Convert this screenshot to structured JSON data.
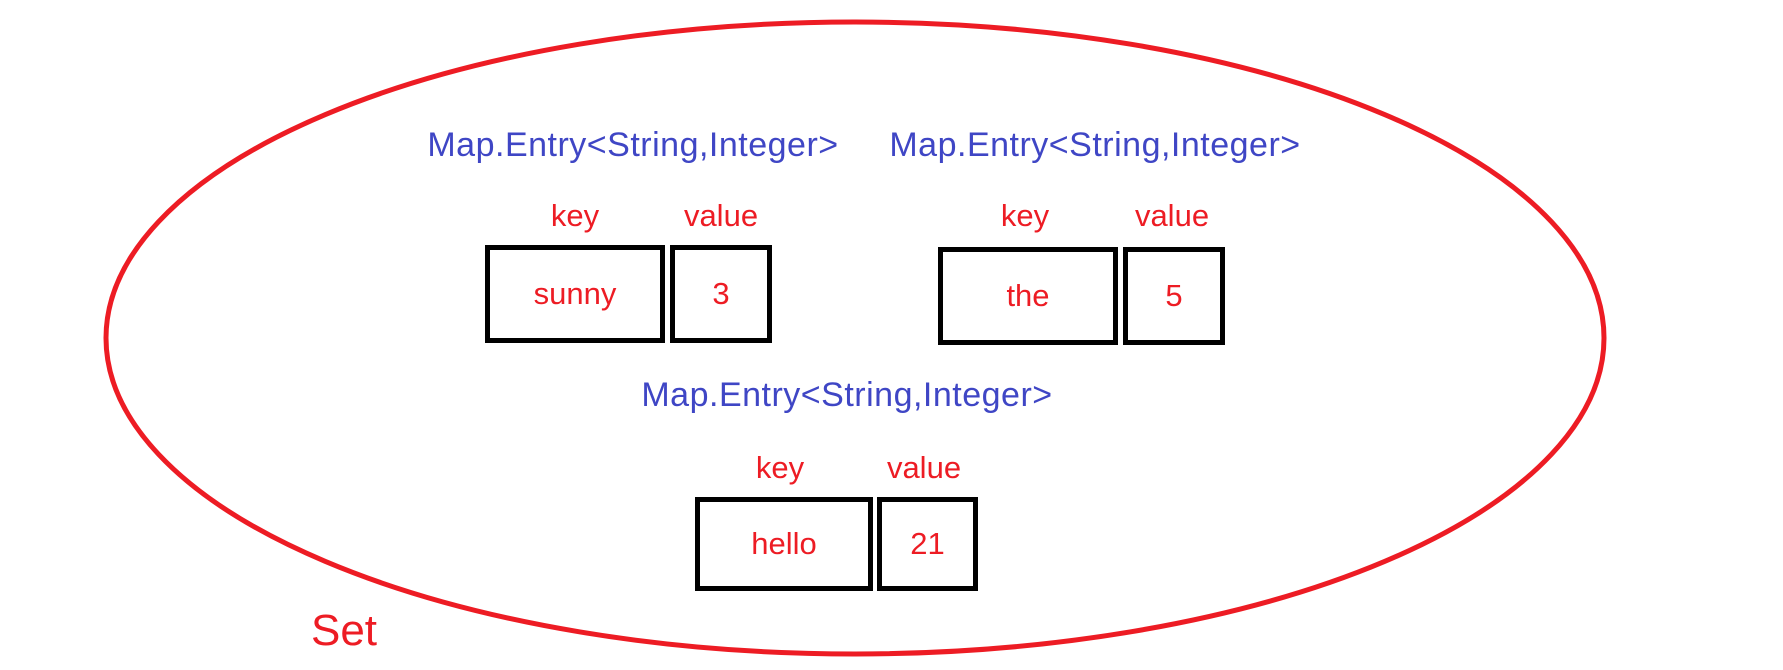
{
  "diagram": {
    "set_label": "Set",
    "colors": {
      "ellipse_outline": "#ed1c24",
      "title_blue": "#3f46c5",
      "label_red": "#ed1c24",
      "box_border": "#000000"
    },
    "entries": [
      {
        "title": "Map.Entry<String,Integer>",
        "key_label": "key",
        "value_label": "value",
        "key": "sunny",
        "value": "3"
      },
      {
        "title": "Map.Entry<String,Integer>",
        "key_label": "key",
        "value_label": "value",
        "key": "the",
        "value": "5"
      },
      {
        "title": "Map.Entry<String,Integer>",
        "key_label": "key",
        "value_label": "value",
        "key": "hello",
        "value": "21"
      }
    ]
  }
}
